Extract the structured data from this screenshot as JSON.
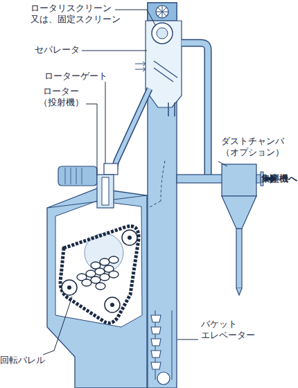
{
  "diagram": {
    "labels": [
      "ロータリスクリーン 又は、固定スクリーン",
      "セパレータ",
      "ローターゲート",
      "ローター （投射機）",
      "ダストチャンバ （オプション）",
      "集塵機へ",
      "バケット エレベーター",
      "回転バレル"
    ]
  }
}
